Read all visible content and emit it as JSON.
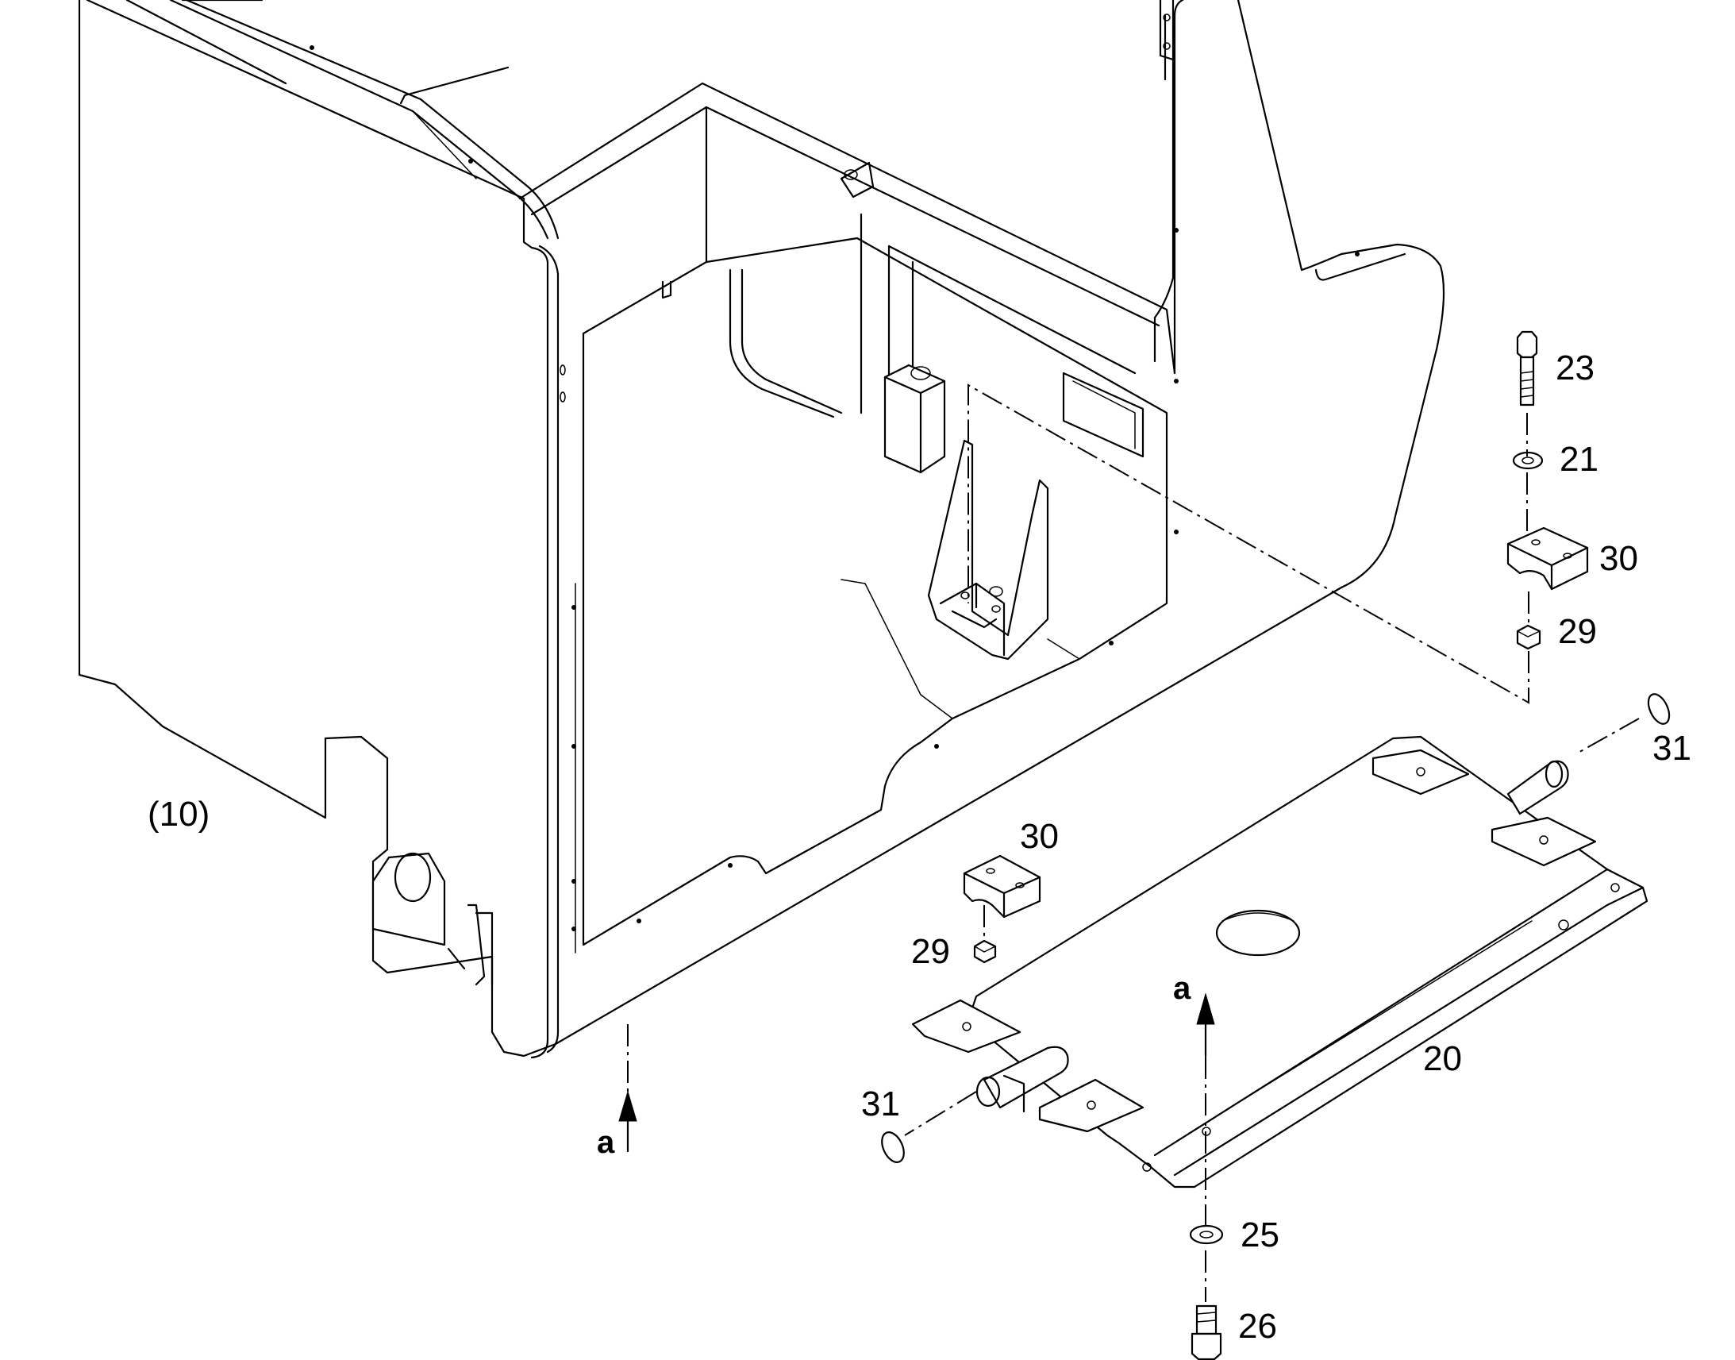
{
  "callouts": {
    "c23": "23",
    "c21": "21",
    "c30_upper": "30",
    "c29_upper": "29",
    "c31_right": "31",
    "c10": "(10)",
    "c30_lower": "30",
    "c29_lower": "29",
    "c20": "20",
    "c31_left": "31",
    "c25": "25",
    "c26": "26"
  },
  "view_markers": {
    "a_left": "a",
    "a_right": "a"
  }
}
